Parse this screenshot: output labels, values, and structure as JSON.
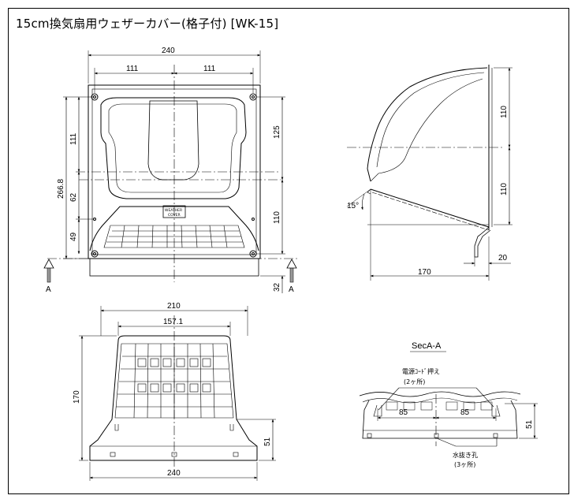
{
  "title": "15cm換気扇用ウェザーカバー(格子付) [WK-15]",
  "front_view": {
    "width_top": "240",
    "half_left": "111",
    "half_right": "111",
    "height_total": "266.8",
    "left_upper": "111",
    "left_mid": "62",
    "left_low": "49",
    "right_upper": "125",
    "right_low": "110",
    "bottom_offset": "32",
    "section_mark_left": "A",
    "section_mark_right": "A",
    "label_line1": "WEATHER",
    "label_line2": "COVER"
  },
  "side_view": {
    "upper": "110",
    "lower": "110",
    "angle": "15°",
    "depth": "170",
    "flange": "20"
  },
  "bottom_view": {
    "width_top": "210",
    "inner": "157.1",
    "height": "170",
    "base_height": "51",
    "width_bottom": "240"
  },
  "section": {
    "title": "SecA-A",
    "cord_label": "電源ｺｰﾄﾞ押え",
    "cord_count": "(2ヶ所)",
    "dim_left": "85",
    "dim_right": "85",
    "height": "51",
    "drain_label": "水抜き孔",
    "drain_count": "(3ヶ所)"
  }
}
